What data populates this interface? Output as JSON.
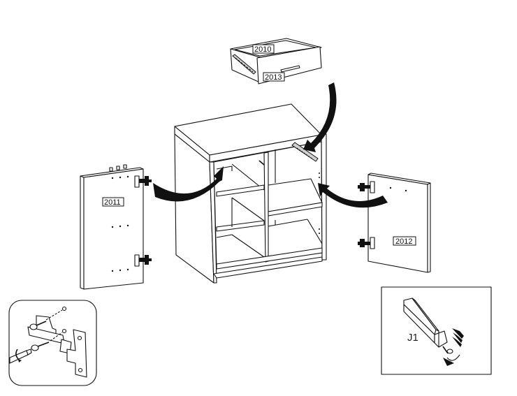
{
  "diagram": {
    "title": "Cabinet assembly step: attach doors and drawer",
    "parts": {
      "drawer_back": "2010",
      "drawer_front": "2013",
      "left_door": "2011",
      "right_door": "2012"
    },
    "tool_inset": {
      "label": "J1",
      "description": "Screwdriver bit tightening/adjusting"
    },
    "hinge_inset": {
      "description": "Hinge mounting screws detail"
    },
    "arrows": [
      {
        "from": "drawer",
        "to": "cabinet-right-rail"
      },
      {
        "from": "left-door",
        "to": "cabinet-left-side"
      },
      {
        "from": "right-door",
        "to": "cabinet-right-side"
      }
    ],
    "colors": {
      "line": "#111111",
      "background": "#ffffff",
      "fill": "#ffffff"
    }
  }
}
